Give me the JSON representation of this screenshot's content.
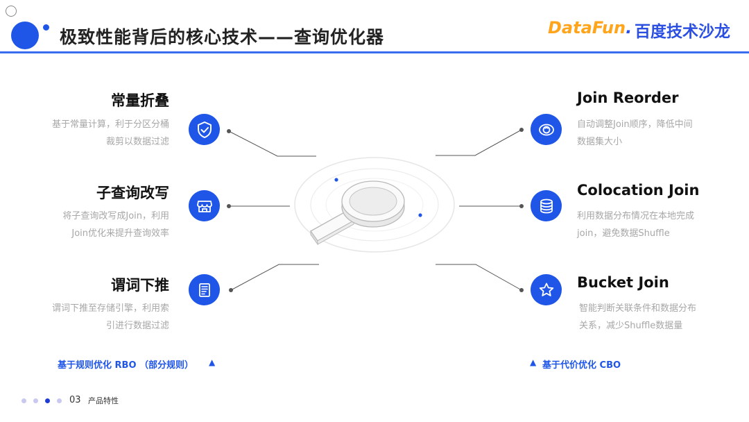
{
  "header": {
    "title": "极致性能背后的核心技术——查询优化器",
    "logo_datafun_main": "DataFun",
    "logo_datafun_dot": ".",
    "logo_baidu": "百度技术沙龙"
  },
  "left_items": [
    {
      "title": "常量折叠",
      "desc1": "基于常量计算，利于分区分桶",
      "desc2": "裁剪以数据过滤",
      "icon": "shield-check-icon"
    },
    {
      "title": "子查询改写",
      "desc1": "将子查询改写成Join，利用",
      "desc2": "Join优化来提升查询效率",
      "icon": "storefront-icon"
    },
    {
      "title": "谓词下推",
      "desc1": "谓词下推至存储引擎，利用索",
      "desc2": "引进行数据过滤",
      "icon": "document-list-icon"
    }
  ],
  "right_items": [
    {
      "title": "Join Reorder",
      "desc1": "自动调整Join顺序，降低中间",
      "desc2": "数据集大小",
      "icon": "eye-icon"
    },
    {
      "title": "Colocation Join",
      "desc1": "利用数据分布情况在本地完成",
      "desc2": "join，避免数据Shuffle",
      "icon": "database-icon"
    },
    {
      "title": "Bucket Join",
      "desc1": "智能判断关联条件和数据分布",
      "desc2": "关系，减少Shuffle数据量",
      "icon": "star-icon"
    }
  ],
  "captions": {
    "left": "基于规则优化 RBO （部分规则）",
    "left_marker": "▲",
    "right": "基于代价优化 CBO",
    "right_marker": "▲"
  },
  "footer": {
    "page_number": "03",
    "section": "产品特性",
    "active_dot_index": 2
  },
  "colors": {
    "accent": "#1f56e8",
    "logo_orange": "#ffa51c",
    "desc_gray": "#a7a7a7"
  }
}
